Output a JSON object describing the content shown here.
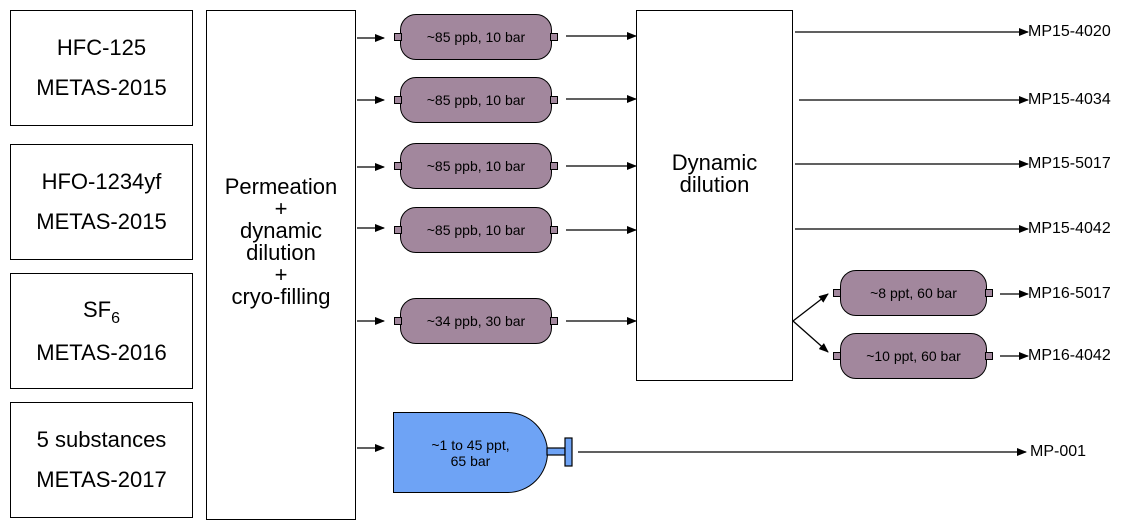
{
  "sources": [
    {
      "line1": "HFC-125",
      "line2": "METAS-2015"
    },
    {
      "line1": "HFO-1234yf",
      "line2": "METAS-2015"
    },
    {
      "line1_main": "SF",
      "line1_sub": "6",
      "line2": "METAS-2016"
    },
    {
      "line1": "5 substances",
      "line2": "METAS-2017"
    }
  ],
  "process": {
    "line1": "Permeation",
    "line2": "+",
    "line3": "dynamic",
    "line4": "dilution",
    "line5": "+",
    "line6": "cryo-filling"
  },
  "cylinders": [
    {
      "label": "~85 ppb, 10 bar"
    },
    {
      "label": "~85 ppb, 10 bar"
    },
    {
      "label": "~85 ppb, 10 bar"
    },
    {
      "label": "~85 ppb, 10 bar"
    },
    {
      "label": "~34 ppb, 30 bar"
    }
  ],
  "blue_cylinder": {
    "line1": "~1 to 45 ppt,",
    "line2": "65 bar"
  },
  "dynamic_dilution": {
    "line1": "Dynamic",
    "line2": "dilution"
  },
  "small_cylinders": [
    {
      "label": "~8 ppt, 60 bar"
    },
    {
      "label": "~10 ppt, 60 bar"
    }
  ],
  "outputs": [
    "MP15-4020",
    "MP15-4034",
    "MP15-5017",
    "MP15-4042",
    "MP16-5017",
    "MP16-4042",
    "MP-001"
  ],
  "colors": {
    "cylinder": "#a2879d",
    "blue_cylinder": "#6ea3f5"
  }
}
